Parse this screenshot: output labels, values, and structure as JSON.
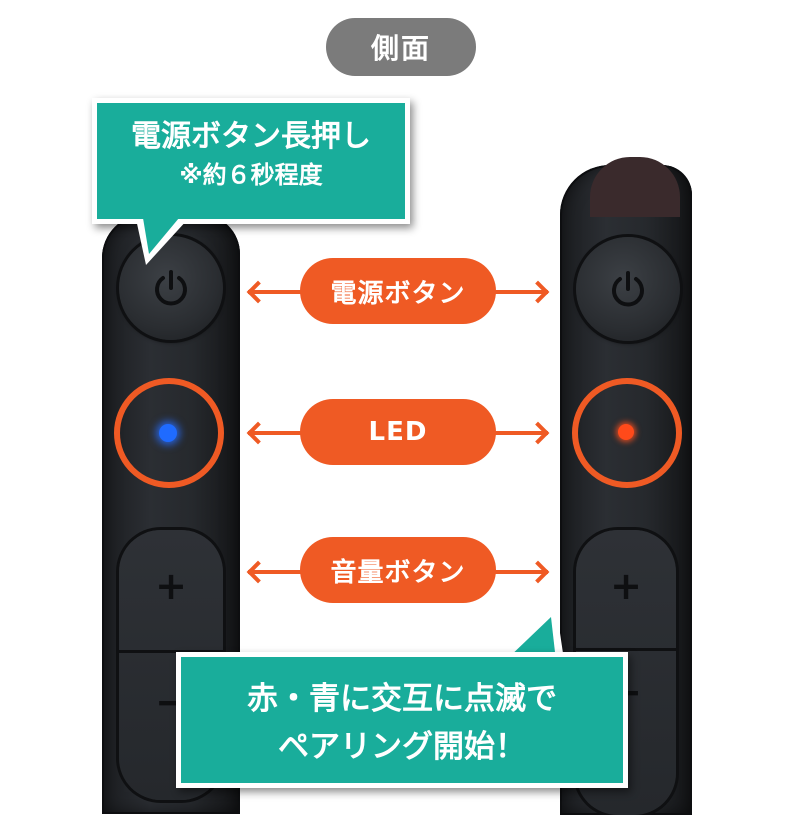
{
  "header": {
    "label": "側面"
  },
  "callout_top": {
    "line1": "電源ボタン長押し",
    "line2": "※約６秒程度"
  },
  "labels": {
    "power": "電源ボタン",
    "led": "LED",
    "volume": "音量ボタン"
  },
  "callout_bottom": {
    "line1": "赤・青に交互に点滅で",
    "line2": "ペアリング開始！"
  },
  "volume": {
    "plus": "+",
    "minus": "−"
  },
  "colors": {
    "accent": "#ef5a24",
    "teal": "#19ad9b",
    "pill_gray": "#7b7b7b",
    "led_blue": "#1f6bff",
    "led_red": "#ff4a1a"
  },
  "icons": {
    "power": "power-icon"
  }
}
